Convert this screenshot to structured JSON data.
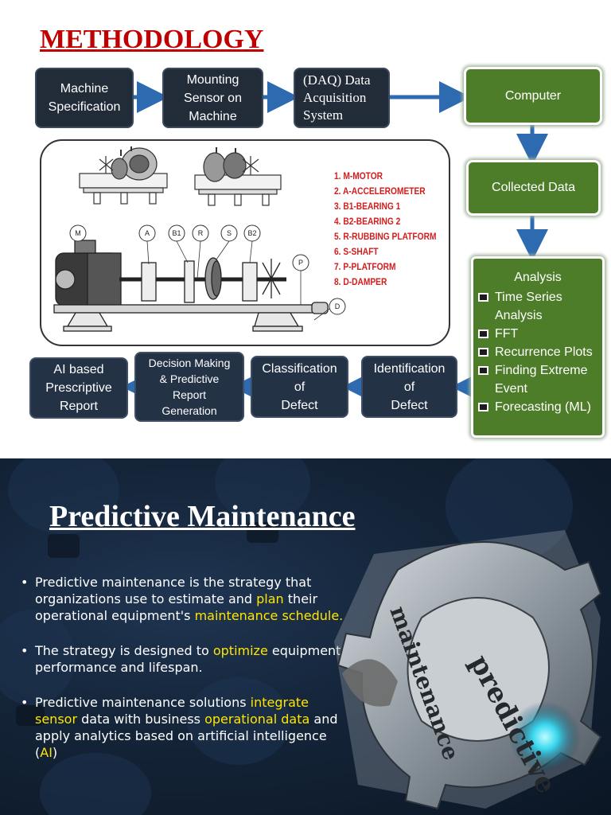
{
  "slide1": {
    "title": "METHODOLOGY",
    "flow": {
      "machine_spec": "Machine\nSpecification",
      "mounting_sensor": "Mounting\nSensor on\nMachine",
      "daq": "(DAQ) Data\nAcquisition\nSystem",
      "computer": "Computer",
      "collected_data": "Collected Data",
      "analysis": {
        "heading": "Analysis",
        "items": [
          "Time Series Analysis",
          "FFT",
          "Recurrence Plots",
          "Finding Extreme Event",
          "Forecasting (ML)"
        ]
      },
      "identification": "Identification\nof\nDefect",
      "classification": "Classification\nof\nDefect",
      "decision": "Decision Making\n& Predictive\nReport\nGeneration",
      "ai_report": "AI based\nPrescriptive\nReport"
    },
    "setup_legend": [
      "1.  M-MOTOR",
      "2.  A-ACCELEROMETER",
      "3.  B1-BEARING 1",
      "4.  B2-BEARING 2",
      "5.  R-RUBBING PLATFORM",
      "6.  S-SHAFT",
      "7.  P-PLATFORM",
      "8.  D-DAMPER"
    ],
    "part_labels": [
      "M",
      "A",
      "B1",
      "R",
      "S",
      "B2",
      "P",
      "D"
    ],
    "colors": {
      "title": "#c00000",
      "dark_box": "#222b38",
      "green_box": "#4e7d2a",
      "navy_box": "#243246",
      "arrow": "#2e6ab0",
      "legend": "#d41c1c"
    }
  },
  "slide2": {
    "title": "Predictive Maintenance",
    "bullets": [
      [
        {
          "t": "Predictive maintenance is the strategy that organizations use to estimate and ",
          "h": false
        },
        {
          "t": "plan",
          "h": true
        },
        {
          "t": " their operational equipment's ",
          "h": false
        },
        {
          "t": "maintenance schedule.",
          "h": true
        }
      ],
      [
        {
          "t": " The strategy is designed to ",
          "h": false
        },
        {
          "t": "optimize",
          "h": true
        },
        {
          "t": " equipment performance and lifespan.",
          "h": false
        }
      ],
      [
        {
          "t": "Predictive maintenance solutions ",
          "h": false
        },
        {
          "t": "integrate sensor",
          "h": true
        },
        {
          "t": " data with business ",
          "h": false
        },
        {
          "t": "operational data",
          "h": true
        },
        {
          "t": " and apply analytics based on artificial intelligence (",
          "h": false
        },
        {
          "t": "AI",
          "h": true
        },
        {
          "t": ")",
          "h": false
        }
      ]
    ],
    "gear_text": {
      "outer": "predictive",
      "inner": "maintenance"
    },
    "colors": {
      "highlight": "#ffe500",
      "background": "#142438"
    }
  }
}
